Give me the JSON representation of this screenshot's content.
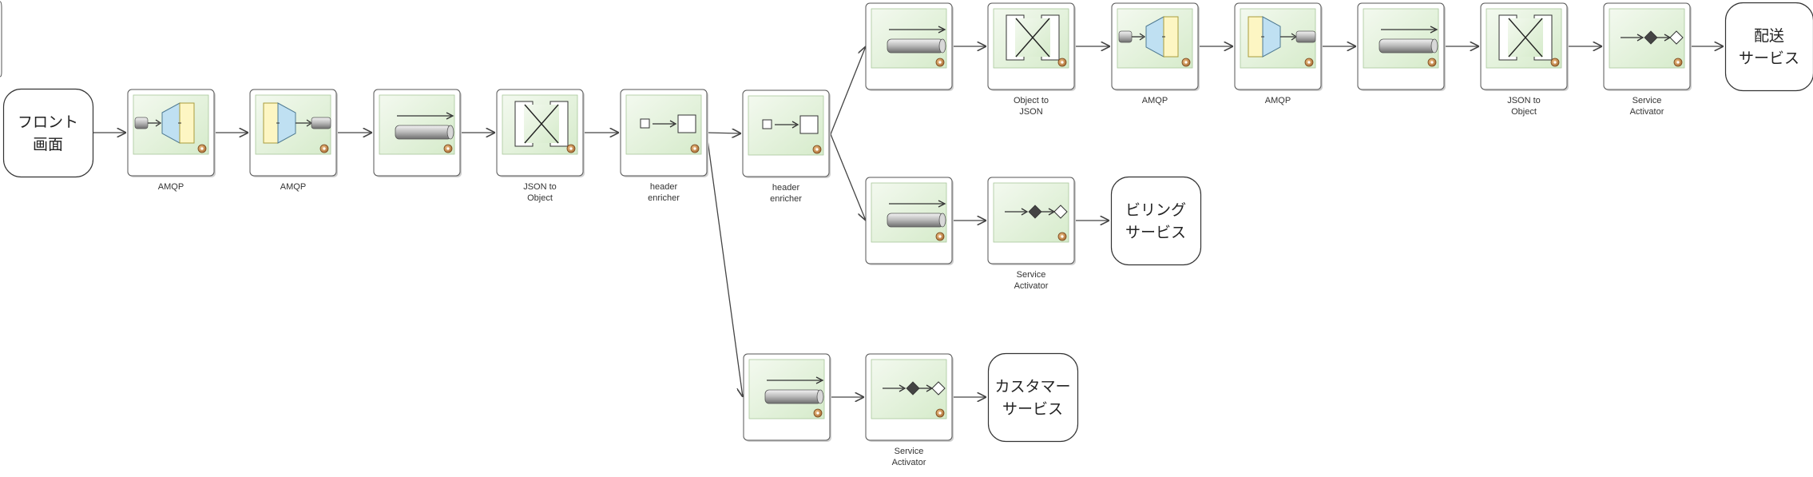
{
  "services": {
    "front": [
      "フロント",
      "画面"
    ],
    "delivery": [
      "配送",
      "サービス"
    ],
    "billing": [
      "ビリング",
      "サービス"
    ],
    "customer": [
      "カスタマー",
      "サービス"
    ]
  },
  "labels": {
    "amqp_out": [
      "AMQP"
    ],
    "amqp_in": [
      "AMQP"
    ],
    "json_to_object": [
      "JSON to",
      "Object"
    ],
    "header_enricher_1": [
      "header",
      "enricher"
    ],
    "header_enricher_2": [
      "header",
      "enricher"
    ],
    "object_to_json": [
      "Object to",
      "JSON"
    ],
    "amqp_out_2": [
      "AMQP"
    ],
    "amqp_in_2": [
      "AMQP"
    ],
    "json_to_object_2": [
      "JSON to",
      "Object"
    ],
    "service_activator_delivery": [
      "Service",
      "Activator"
    ],
    "service_activator_billing": [
      "Service",
      "Activator"
    ],
    "service_activator_customer": [
      "Service",
      "Activator"
    ]
  },
  "icons": {
    "channel": "channel-icon",
    "amqp_outbound": "amqp-outbound-adapter-icon",
    "amqp_inbound": "amqp-inbound-adapter-icon",
    "transformer": "transformer-icon",
    "header_enricher": "header-enricher-icon",
    "service_activator": "service-activator-icon"
  },
  "colors": {
    "panel_bg": "#e7f3e0",
    "adapter_yellow": "#fdf6c3",
    "adapter_blue": "#bfe0f2",
    "line": "#444444"
  }
}
